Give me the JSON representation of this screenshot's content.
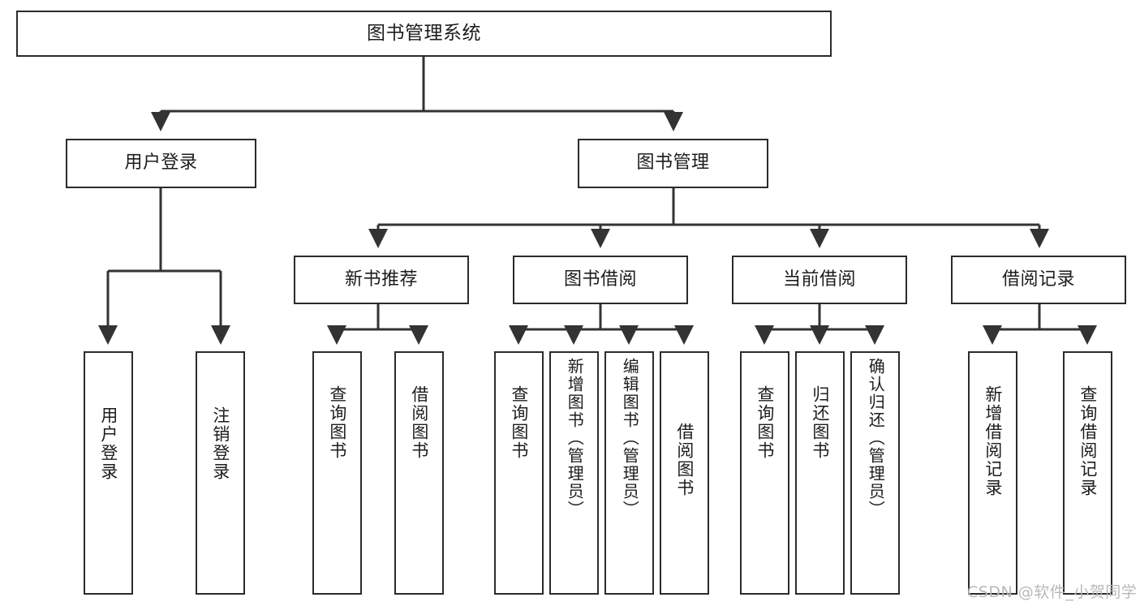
{
  "diagram": {
    "title": "图书管理系统",
    "type": "tree",
    "watermark": "CSDN @软件_小贺同学",
    "colors": {
      "box_border": "#2b2b2b",
      "box_fill": "#ffffff",
      "edge": "#333333",
      "text": "#1c1c1c",
      "watermark": "#b8b8b8",
      "background": "#ffffff"
    },
    "root": {
      "label": "图书管理系统"
    },
    "level2": [
      {
        "label": "用户登录"
      },
      {
        "label": "图书管理"
      }
    ],
    "level3": [
      {
        "label": "新书推荐"
      },
      {
        "label": "图书借阅"
      },
      {
        "label": "当前借阅"
      },
      {
        "label": "借阅记录"
      }
    ],
    "leaves": {
      "user_login": [
        {
          "label": "用户登录"
        },
        {
          "label": "注销登录"
        }
      ],
      "new_books": [
        {
          "label": "查询图书"
        },
        {
          "label": "借阅图书"
        }
      ],
      "book_borrow": [
        {
          "label": "查询图书"
        },
        {
          "label": "新增图书（管理员）"
        },
        {
          "label": "编辑图书（管理员）"
        },
        {
          "label": "借阅图书"
        }
      ],
      "current_borrow": [
        {
          "label": "查询图书"
        },
        {
          "label": "归还图书"
        },
        {
          "label": "确认归还（管理员）"
        }
      ],
      "borrow_records": [
        {
          "label": "新增借阅记录"
        },
        {
          "label": "查询借阅记录"
        }
      ]
    }
  }
}
